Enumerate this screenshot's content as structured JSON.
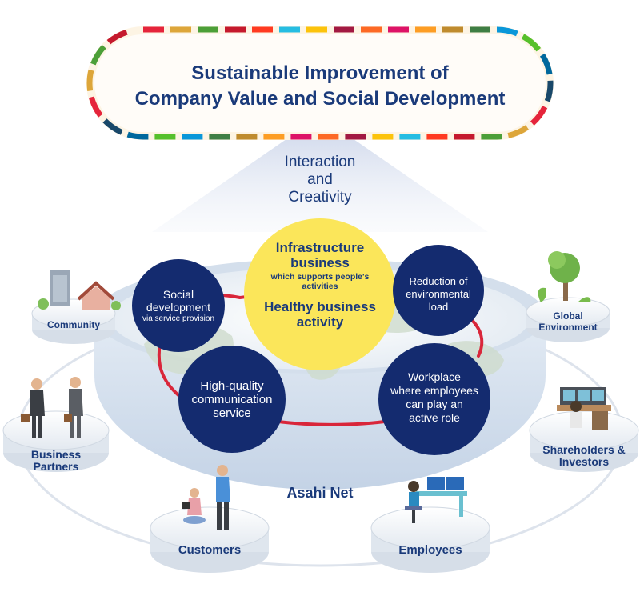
{
  "goal": {
    "line1": "Sustainable Improvement of",
    "line2": "Company Value and Social Development"
  },
  "arrow": {
    "line1": "Interaction",
    "line2": "and",
    "line3": "Creativity"
  },
  "center": {
    "line1": "Infrastructure",
    "line2": "business",
    "sub1": "which supports people's",
    "sub2": "activities",
    "hb1": "Healthy business",
    "hb2": "activity"
  },
  "activities": {
    "social": {
      "line1": "Social",
      "line2": "development",
      "sub": "via service provision"
    },
    "reduction": {
      "line1": "Reduction of",
      "line2": "environmental",
      "line3": "load"
    },
    "hq": {
      "line1": "High-quality",
      "line2": "communication",
      "line3": "service"
    },
    "workplace": {
      "line1": "Workplace",
      "line2": "where employees",
      "line3": "can play an",
      "line4": "active role"
    }
  },
  "company": "Asahi Net",
  "stakeholders": {
    "community": "Community",
    "global": {
      "line1": "Global",
      "line2": "Environment"
    },
    "partners": {
      "line1": "Business",
      "line2": "Partners"
    },
    "shareholders": {
      "line1": "Shareholders &",
      "line2": "Investors"
    },
    "customers": "Customers",
    "employees": "Employees"
  },
  "colors": {
    "navy": "#1a3a7a",
    "circle_navy": "#142b6f",
    "yellow": "#fbe65a",
    "red_line": "#d9263a",
    "sdg": [
      "#e5243b",
      "#dda63a",
      "#4c9f38",
      "#c5192d",
      "#ff3a21",
      "#26bde2",
      "#fcc30b",
      "#a21942",
      "#fd6925",
      "#dd1367",
      "#fd9d24",
      "#bf8b2e",
      "#3f7e44",
      "#0a97d9",
      "#56c02b",
      "#00689d",
      "#19486a"
    ]
  }
}
